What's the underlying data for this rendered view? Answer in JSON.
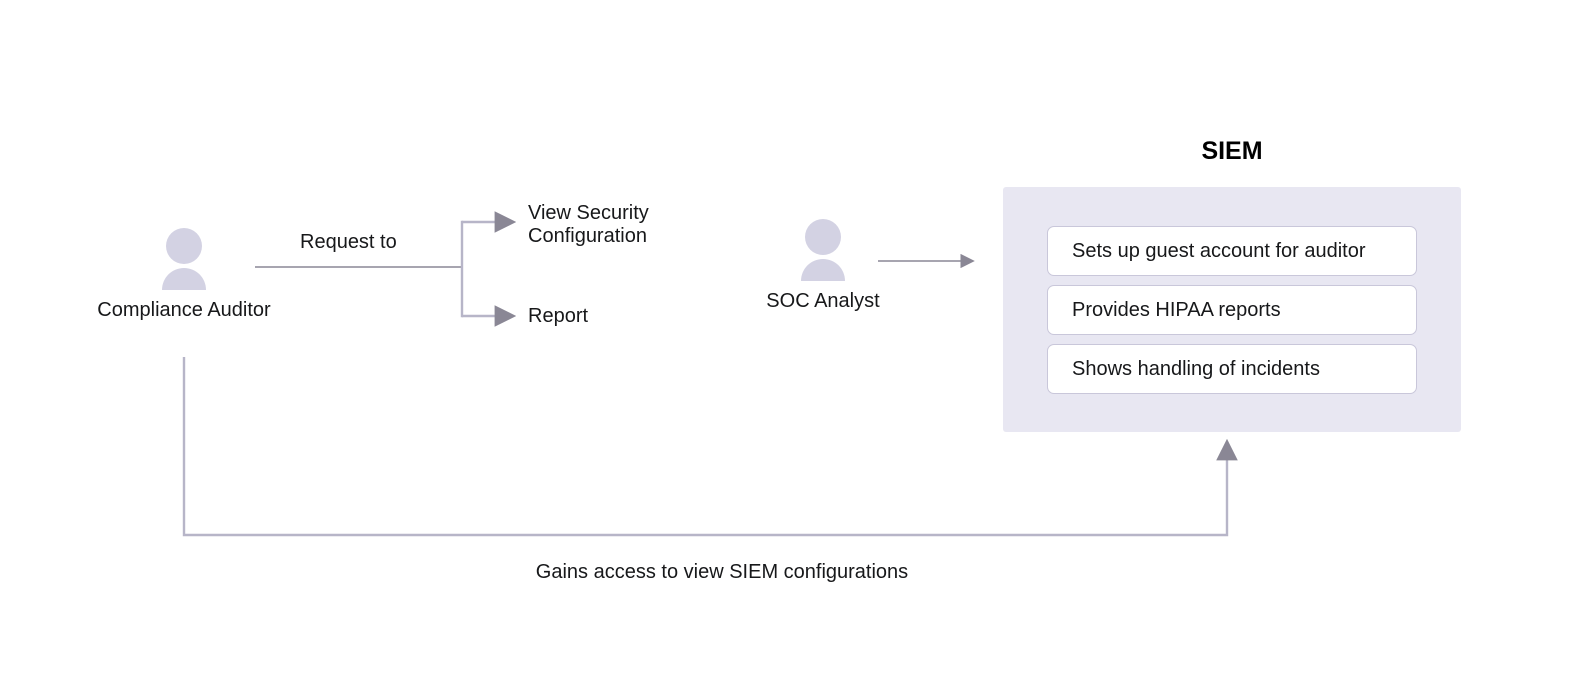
{
  "diagram": {
    "title_text": "",
    "actors": [
      {
        "id": "compliance-auditor",
        "label": "Compliance Auditor",
        "icon": "person-icon"
      },
      {
        "id": "soc-analyst",
        "label": "SOC Analyst",
        "icon": "person-icon"
      }
    ],
    "edge_labels": {
      "request_to": "Request to",
      "view_security_configuration": "View Security\nConfiguration",
      "report": "Report",
      "gains_access": "Gains access to view SIEM configurations"
    },
    "group": {
      "title": "SIEM",
      "cards": [
        "Sets up guest account for auditor",
        "Provides HIPAA reports",
        "Shows handling of incidents"
      ]
    },
    "colors": {
      "background": "#ffffff",
      "panel_fill": "#e8e7f2",
      "card_fill": "#ffffff",
      "card_border": "#c9c7da",
      "person_fill": "#d3d2e3",
      "connector": "#b7b5c8",
      "connector_dark": "#8a8795",
      "text": "#17181a"
    }
  }
}
